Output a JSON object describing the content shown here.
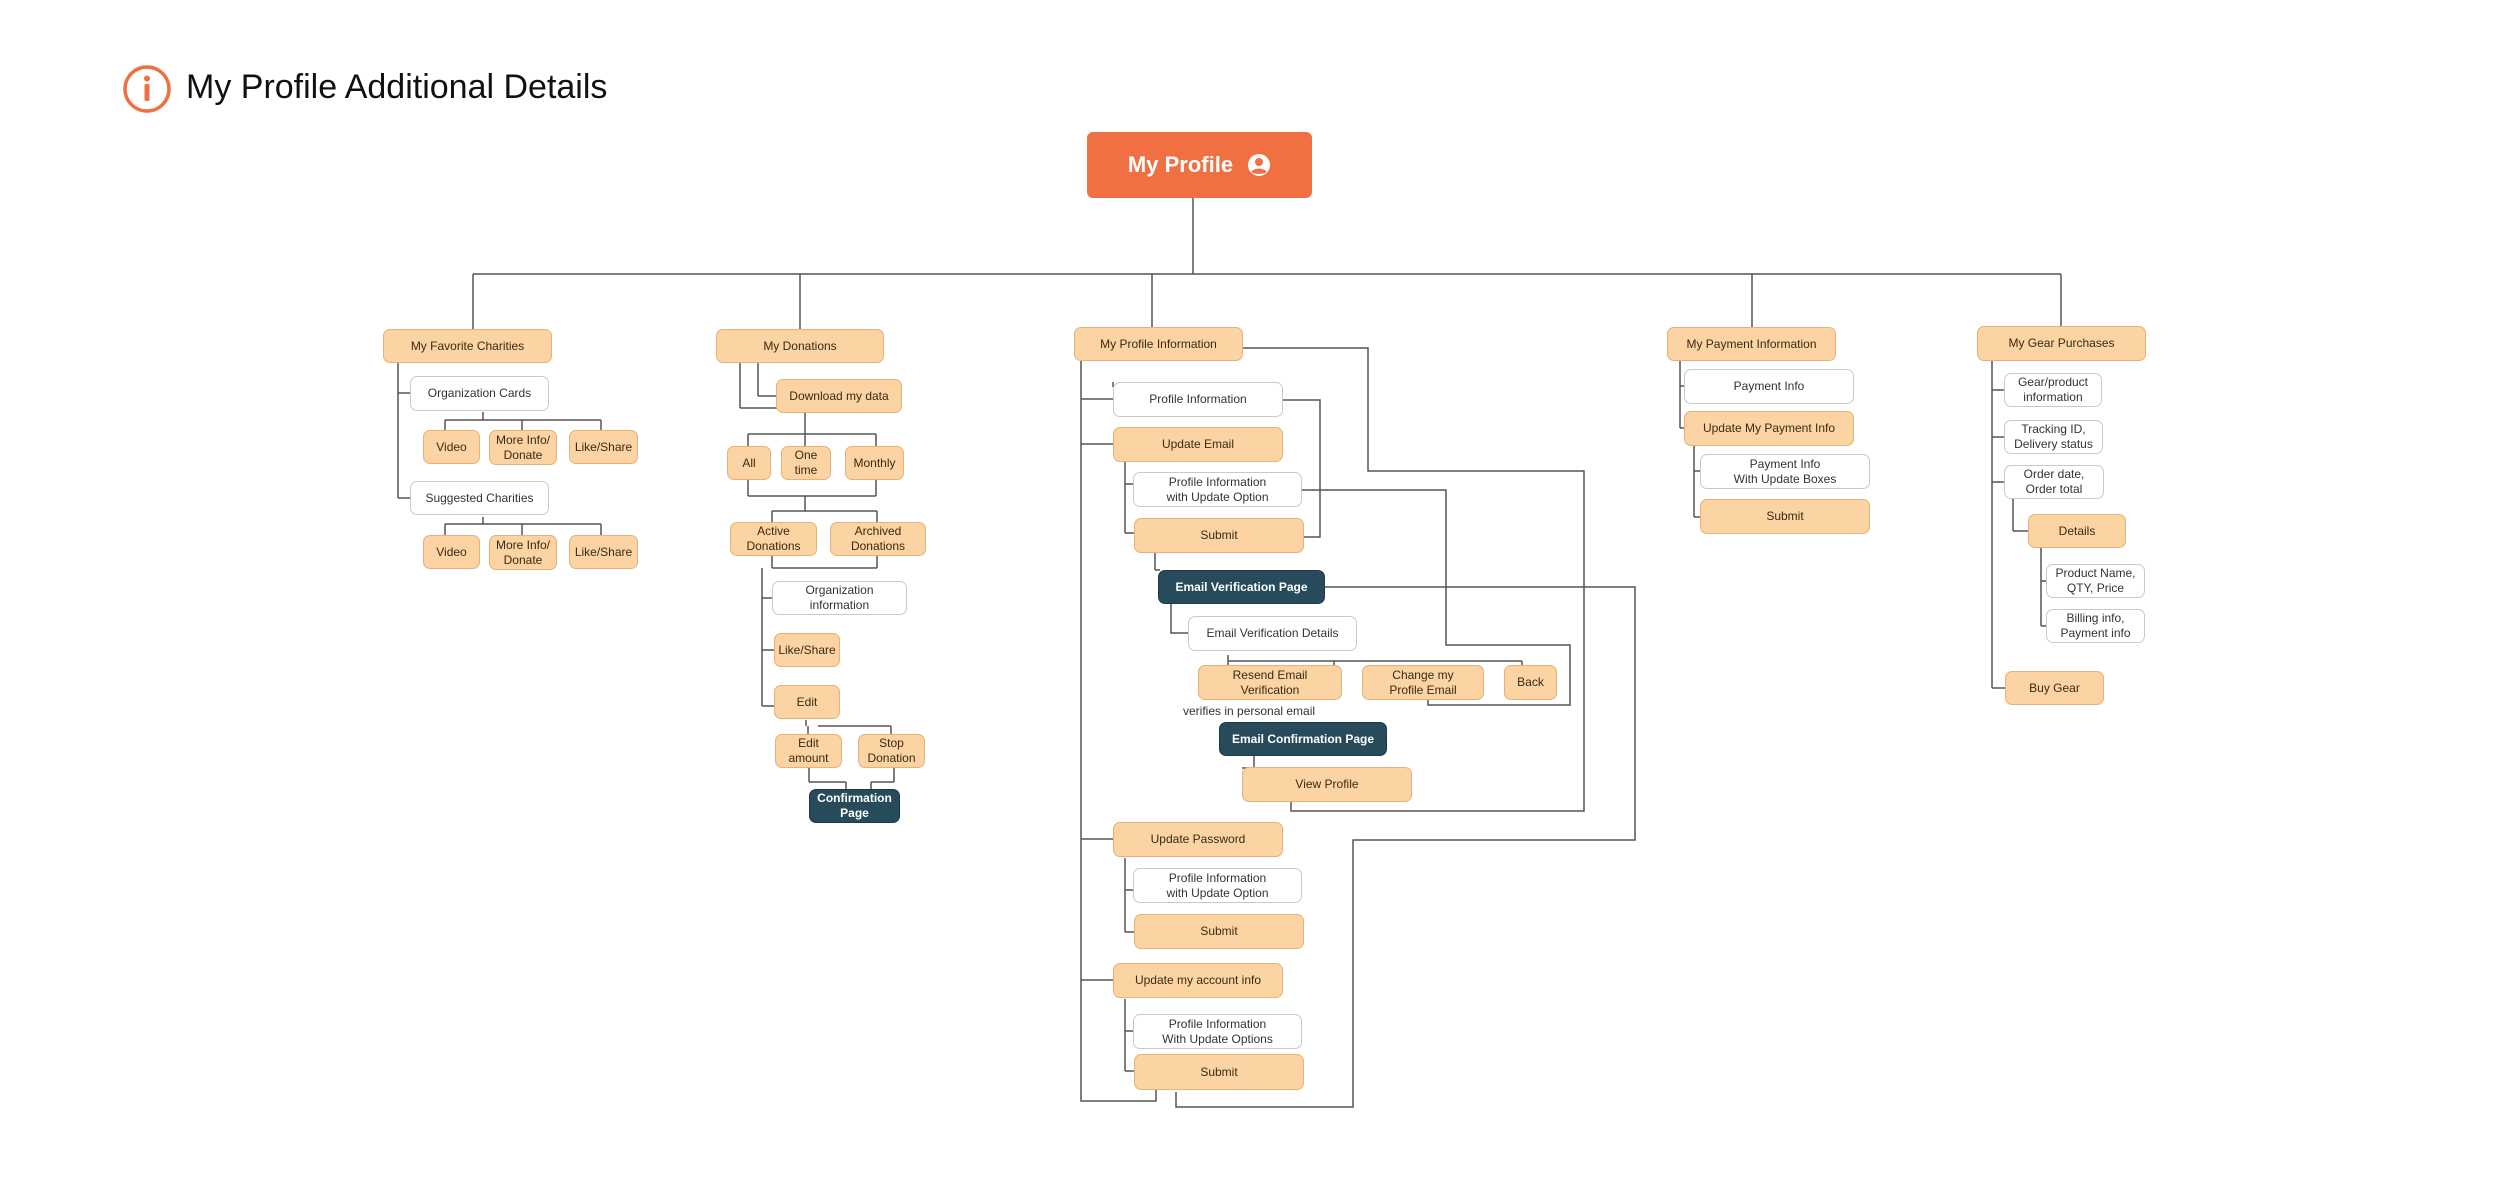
{
  "page": {
    "title": "My Profile Additional Details",
    "accent": "#f07043",
    "info_icon": "info-circle-icon"
  },
  "colors": {
    "orange_node": "#fcd3a2",
    "dark_node": "#274b5a",
    "white_node": "#ffffff",
    "line": "#555555"
  },
  "root": {
    "label": "My Profile",
    "icon": "user-circle-icon"
  },
  "favorites": {
    "label": "My Favorite Charities",
    "organization_cards": "Organization Cards",
    "suggested": "Suggested Charities",
    "video": "Video",
    "more_info": "More Info/\nDonate",
    "like_share": "Like/Share"
  },
  "donations": {
    "label": "My Donations",
    "download": "Download my data",
    "all": "All",
    "one_time": "One\ntime",
    "monthly": "Monthly",
    "active": "Active\nDonations",
    "archived": "Archived\nDonations",
    "org_info": "Organization\ninformation",
    "like_share": "Like/Share",
    "edit": "Edit",
    "edit_amount": "Edit\namount",
    "stop": "Stop\nDonation",
    "confirmation": "Confirmation\nPage"
  },
  "profile_info": {
    "label": "My Profile Information",
    "profile_information": "Profile Information",
    "update_email": "Update Email",
    "profile_update_option": "Profile Information\nwith Update Option",
    "submit": "Submit",
    "email_verification_page": "Email Verification Page",
    "email_verification_details": "Email Verification Details",
    "resend": "Resend Email\nVerification",
    "change_email": "Change my\nProfile Email",
    "back": "Back",
    "verifies_note": "verifies in personal email",
    "email_confirmation_page": "Email Confirmation Page",
    "view_profile": "View Profile",
    "update_password": "Update Password",
    "update_account": "Update my account info",
    "profile_update_options": "Profile Information\nWith Update Options"
  },
  "payment": {
    "label": "My Payment Information",
    "payment_info": "Payment Info",
    "update_payment": "Update My Payment Info",
    "payment_update_boxes": "Payment Info\nWith Update Boxes",
    "submit": "Submit"
  },
  "gear": {
    "label": "My Gear Purchases",
    "product_info": "Gear/product\ninformation",
    "tracking": "Tracking ID,\nDelivery status",
    "order": "Order date,\nOrder total",
    "details": "Details",
    "product_name": "Product Name,\nQTY, Price",
    "billing": "Billing info,\nPayment info",
    "buy": "Buy Gear"
  }
}
